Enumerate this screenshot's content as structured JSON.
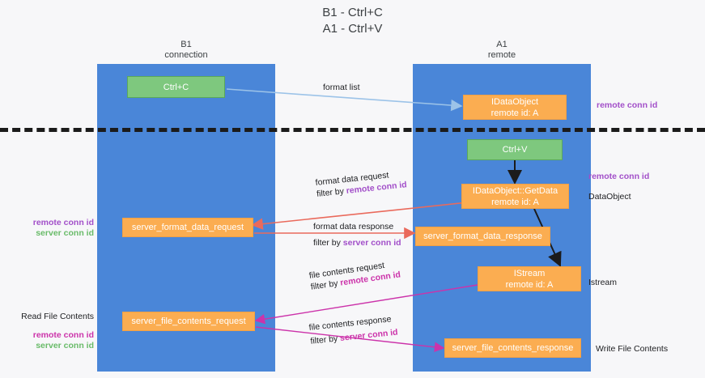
{
  "title": {
    "line1": "B1 - Ctrl+C",
    "line2": "A1 - Ctrl+V"
  },
  "columns": [
    {
      "name": "B1",
      "role": "connection"
    },
    {
      "name": "A1",
      "role": "remote"
    }
  ],
  "nodes": {
    "ctrl_c": {
      "label": "Ctrl+C"
    },
    "ctrl_v": {
      "label": "Ctrl+V"
    },
    "idataobject": {
      "label": "IDataObject",
      "sub": "remote id: A"
    },
    "getdata": {
      "label": "IDataObject::GetData",
      "sub": "remote id: A"
    },
    "istream": {
      "label": "IStream",
      "sub": "remote id: A"
    },
    "server_format_data_request": {
      "label": "server_format_data_request"
    },
    "server_format_data_response": {
      "label": "server_format_data_response"
    },
    "server_file_contents_request": {
      "label": "server_file_contents_request"
    },
    "server_file_contents_response": {
      "label": "server_file_contents_response"
    }
  },
  "connector_labels": {
    "format_list": {
      "line1": "format list"
    },
    "format_data_request": {
      "line1": "format data request",
      "line2_prefix": "filter by ",
      "line2_key": "remote conn id"
    },
    "format_data_response": {
      "line1": "format data response",
      "line2_prefix": "filter by ",
      "line2_key": "server conn id"
    },
    "file_contents_request": {
      "line1": "file contents request",
      "line2_prefix": "filter by ",
      "line2_key": "remote conn id"
    },
    "file_contents_response": {
      "line1": "file contents response",
      "line2_prefix": "filter by ",
      "line2_key": "server conn id"
    }
  },
  "annotations": {
    "right_remote_conn_id_top": "remote conn id",
    "right_remote_conn_id_mid": "remote conn id",
    "right_dataobject": "DataObject",
    "right_istream": "Istream",
    "right_write_file_contents": "Write File Contents",
    "left_remote_conn_id_mid": "remote conn id",
    "left_server_conn_id_mid": "server conn id",
    "left_read_file_contents": "Read File Contents",
    "left_remote_conn_id_bottom": "remote conn id",
    "left_server_conn_id_bottom": "server conn id"
  },
  "colors": {
    "lane": "#4a86d8",
    "green_node": "#7ec87e",
    "orange_node": "#fbad51",
    "purple": "#a24fc9",
    "green_text": "#69bb69",
    "magenta": "#cc33aa",
    "arrow_blue": "#9cc3e8",
    "arrow_red": "#ea6a5c",
    "arrow_black": "#1b1b1b",
    "background": "#f7f7f9"
  }
}
